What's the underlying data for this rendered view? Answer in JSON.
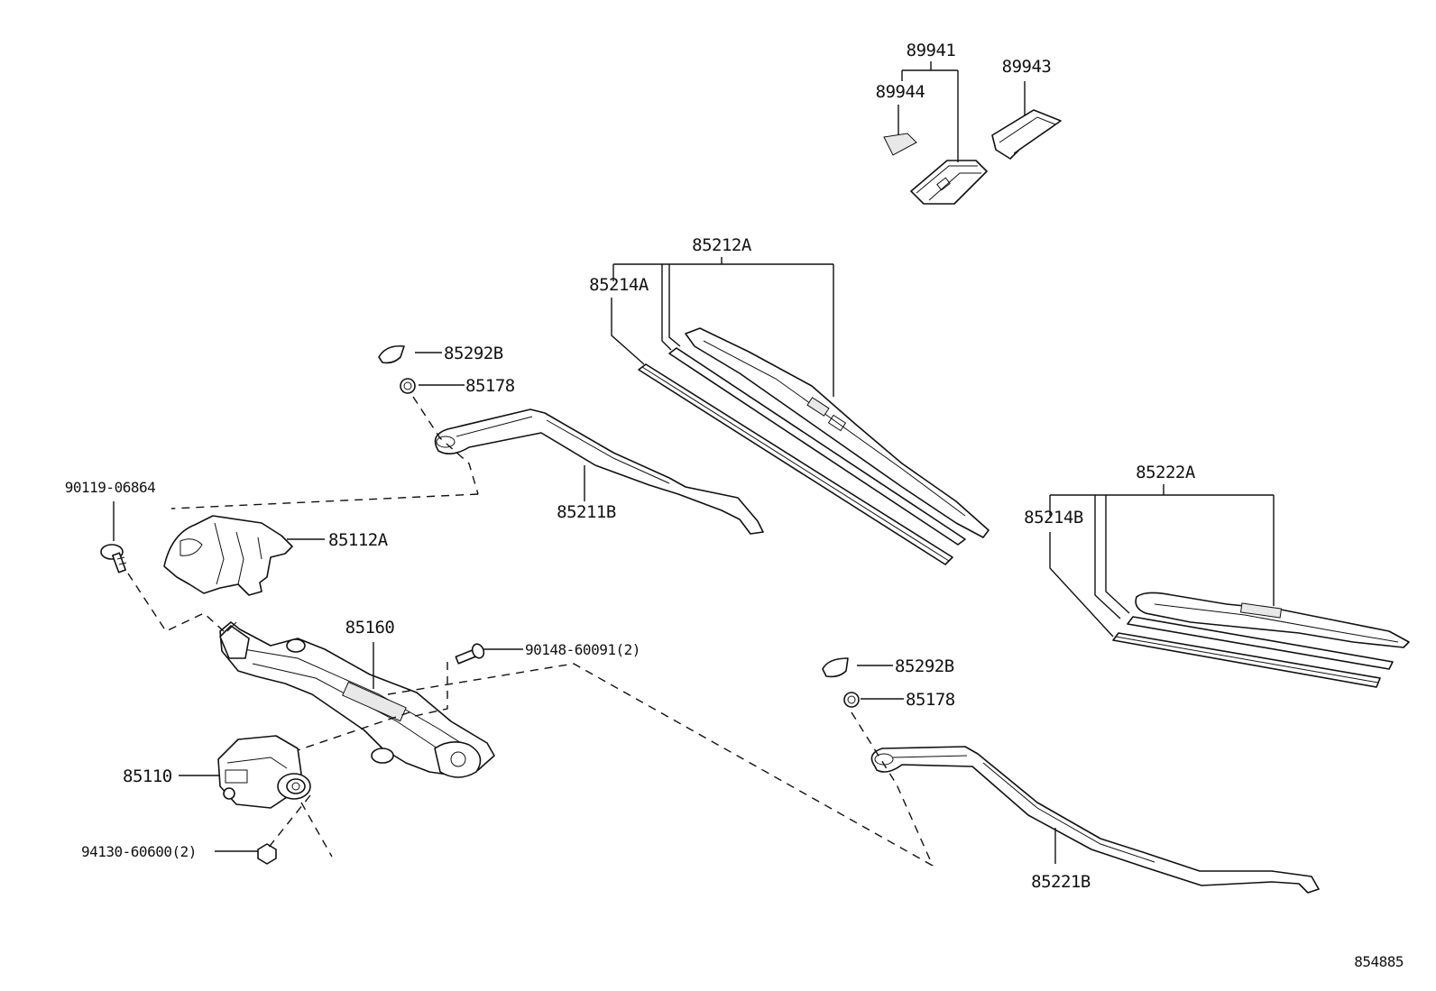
{
  "diagram_id": "854885",
  "callouts": {
    "p89941": "89941",
    "p89944": "89944",
    "p89943": "89943",
    "p85212A": "85212A",
    "p85214A": "85214A",
    "p85292B_left": "85292B",
    "p85178_left": "85178",
    "p90119": "90119-06864",
    "p85211B": "85211B",
    "p85112A": "85112A",
    "p85160": "85160",
    "p90148": "90148-60091(2)",
    "p85110": "85110",
    "p94130": "94130-60600(2)",
    "p85222A": "85222A",
    "p85214B": "85214B",
    "p85292B_right": "85292B",
    "p85178_right": "85178",
    "p85221B": "85221B"
  }
}
